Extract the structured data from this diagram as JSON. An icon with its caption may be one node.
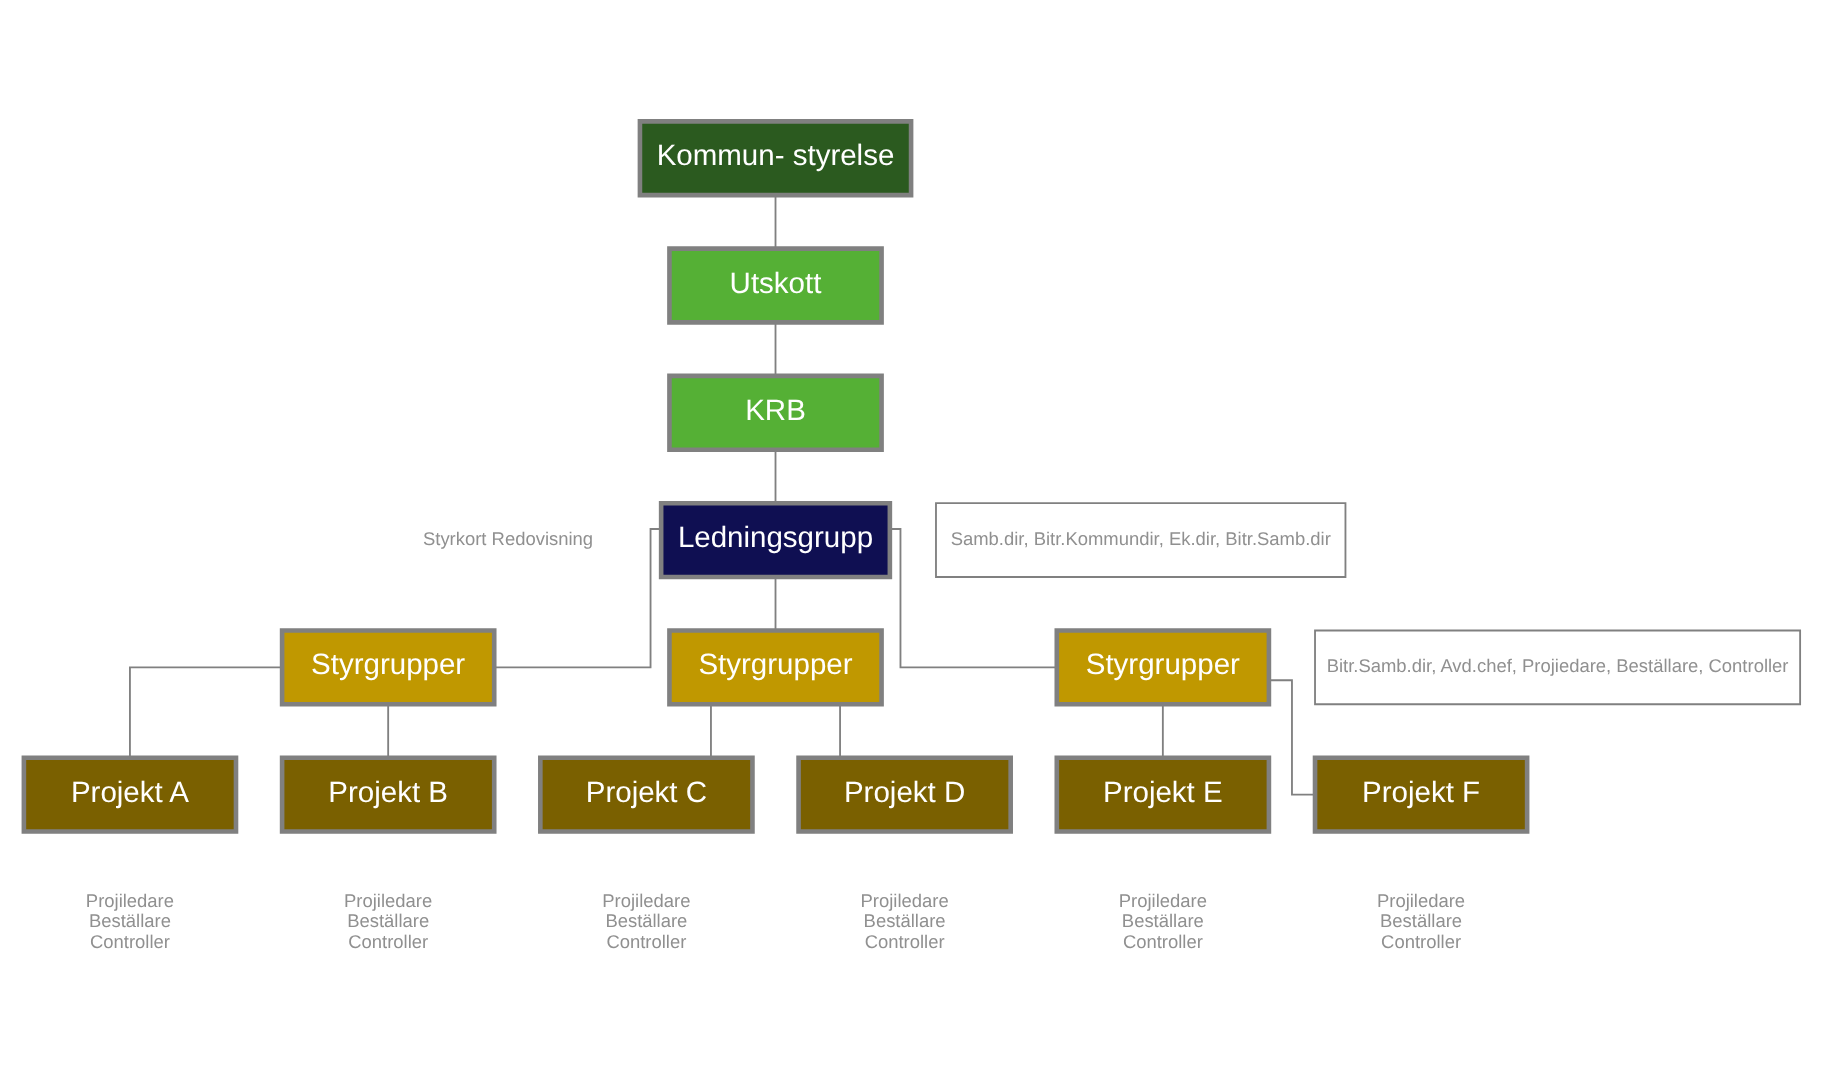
{
  "diagram": {
    "nodes": [
      {
        "text": [
          "Kommun- styrelse"
        ]
      },
      {
        "text": [
          "Utskott"
        ]
      },
      {
        "text": [
          "KRB"
        ]
      },
      {
        "text": [
          "Ledningsgrupp"
        ]
      },
      {
        "text": [
          "Samb.dir, Bitr.Kommundir, Ek.dir, Bitr.Samb.dir"
        ]
      },
      {
        "text": [
          "Styrgrupper"
        ]
      },
      {
        "text": [
          "Styrgrupper"
        ]
      },
      {
        "text": [
          "Styrgrupper"
        ]
      },
      {
        "text": [
          "Bitr.Samb.dir, Avd.chef, Projiedare, Beställare, Controller"
        ]
      },
      {
        "text": [
          "Projekt A"
        ],
        "beside": [
          "Projiledare Beställare Controller"
        ]
      },
      {
        "text": [
          "Projekt B"
        ],
        "beside": [
          "Projiledare Beställare Controller"
        ]
      },
      {
        "text": [
          "Projekt C"
        ],
        "beside": [
          "Projiledare Beställare Controller"
        ]
      },
      {
        "text": [
          "Projekt D"
        ],
        "beside": [
          "Projiledare Beställare Controller"
        ]
      },
      {
        "text": [
          "Projekt E"
        ],
        "beside": [
          "Projiledare Beställare Controller"
        ]
      },
      {
        "text": [
          "Projekt F"
        ],
        "beside": [
          "Projiledare Beställare Controller"
        ]
      }
    ],
    "edges": [
      {
        "from": 0,
        "to": 1,
        "arrow": "none"
      },
      {
        "from": 1,
        "to": 2,
        "arrow": "none"
      },
      {
        "from": 2,
        "to": 3,
        "arrow": "none"
      },
      {
        "from": 3,
        "to": 5,
        "arrow": "none"
      },
      {
        "from": 3,
        "to": 6,
        "arrow": "none"
      },
      {
        "from": 3,
        "to": 7,
        "arrow": "none"
      },
      {
        "from": 5,
        "to": 9,
        "arrow": "none"
      },
      {
        "from": 5,
        "to": 10,
        "arrow": "none"
      },
      {
        "from": 6,
        "to": 11,
        "arrow": "none"
      },
      {
        "from": 6,
        "to": 12,
        "arrow": "none"
      },
      {
        "from": 7,
        "to": 13,
        "arrow": "none"
      },
      {
        "from": 7,
        "to": 14,
        "arrow": "none"
      }
    ],
    "labels": [
      "Styrkort Redovisning"
    ]
  }
}
